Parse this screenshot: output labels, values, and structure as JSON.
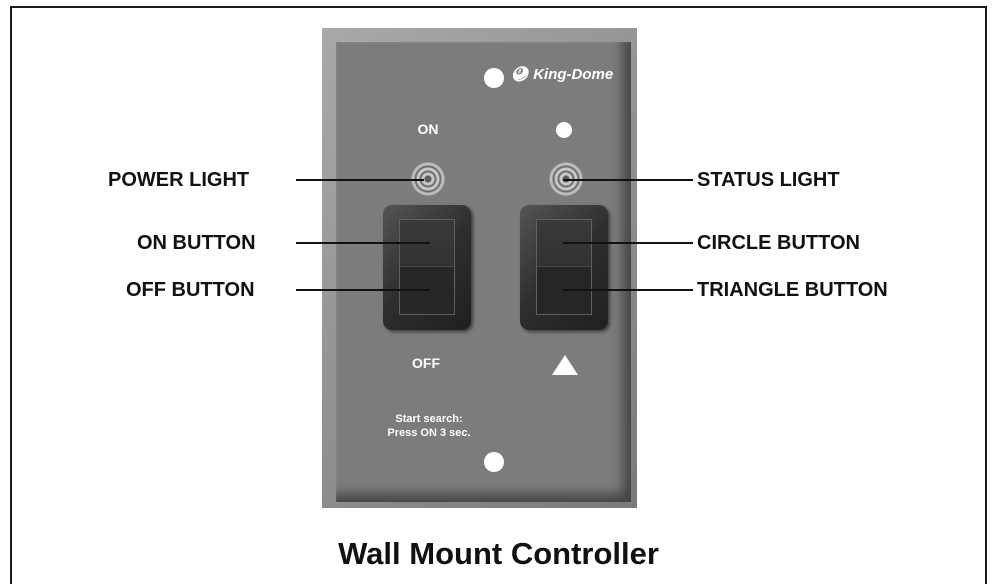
{
  "title": "Wall Mount Controller",
  "plate": {
    "brand": "King-Dome",
    "on_label": "ON",
    "off_label": "OFF",
    "instruction_line1": "Start search:",
    "instruction_line2": "Press ON 3 sec."
  },
  "callouts": {
    "power_light": "POWER LIGHT",
    "on_button": "ON BUTTON",
    "off_button": "OFF BUTTON",
    "status_light": "STATUS LIGHT",
    "circle_button": "CIRCLE BUTTON",
    "triangle_button": "TRIANGLE BUTTON"
  },
  "icons": {
    "logo": "king-dome-logo-icon",
    "circle": "circle-icon",
    "triangle": "triangle-icon",
    "screw": "screw-icon"
  },
  "colors": {
    "plate": "#7d7c7c",
    "switch": "#343434",
    "text_on_plate": "#ffffff",
    "label_text": "#111111"
  }
}
